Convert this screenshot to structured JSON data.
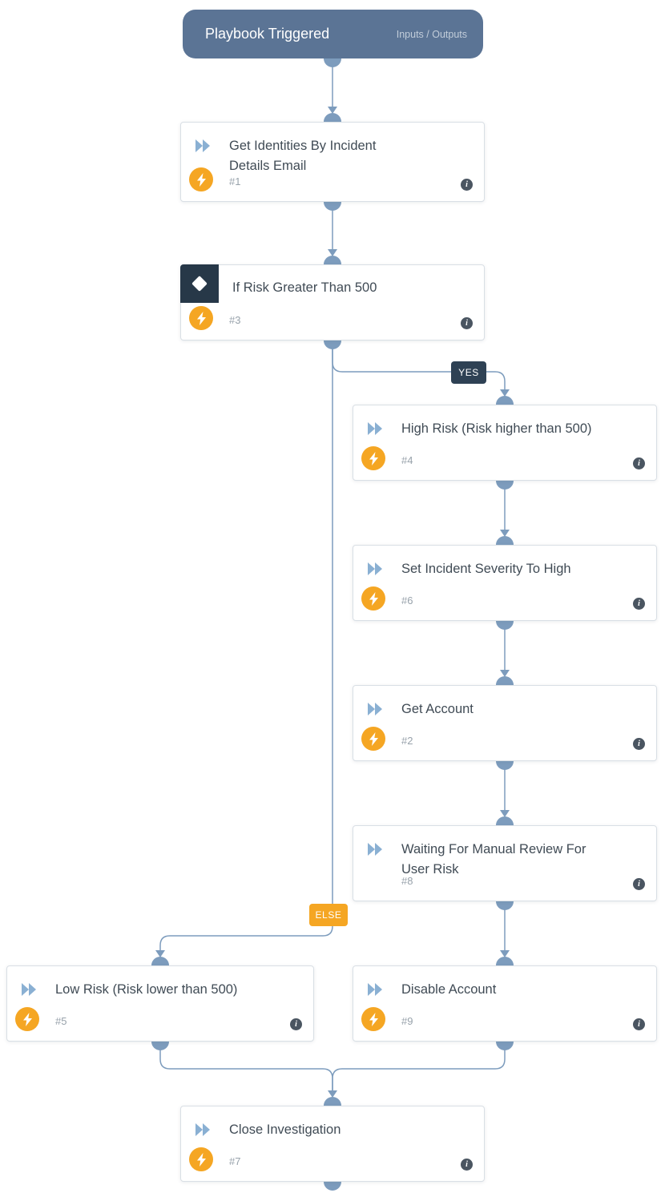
{
  "header": {
    "title": "Playbook Triggered",
    "right_label": "Inputs / Outputs"
  },
  "branch_labels": {
    "yes": "YES",
    "else": "ELSE"
  },
  "icons": {
    "task": "double-chevron-right-icon",
    "automation": "lightning-bolt-icon",
    "condition": "diamond-icon",
    "details": "info-circle-icon"
  },
  "colors": {
    "header_bg": "#5b7495",
    "connector_blue": "#7d9cbd",
    "accent_orange": "#f5a623",
    "yes_badge_bg": "#2e4154",
    "condition_icon_bg": "#273848",
    "card_border": "#d9dfe5",
    "title_text": "#404b55",
    "muted_text": "#98a2ab"
  },
  "nodes": [
    {
      "number": "#1",
      "title": "Get Identities By Incident\nDetails Email",
      "type": "automation"
    },
    {
      "number": "#3",
      "title": "If Risk Greater Than 500",
      "type": "condition"
    },
    {
      "number": "#4",
      "title": "High Risk (Risk higher than 500)",
      "type": "automation"
    },
    {
      "number": "#6",
      "title": "Set Incident Severity To High",
      "type": "automation"
    },
    {
      "number": "#2",
      "title": "Get Account",
      "type": "automation"
    },
    {
      "number": "#8",
      "title": "Waiting For Manual Review For\nUser Risk",
      "type": "manual"
    },
    {
      "number": "#5",
      "title": "Low Risk (Risk lower than 500)",
      "type": "automation"
    },
    {
      "number": "#9",
      "title": "Disable Account",
      "type": "automation"
    },
    {
      "number": "#7",
      "title": "Close Investigation",
      "type": "automation"
    }
  ]
}
